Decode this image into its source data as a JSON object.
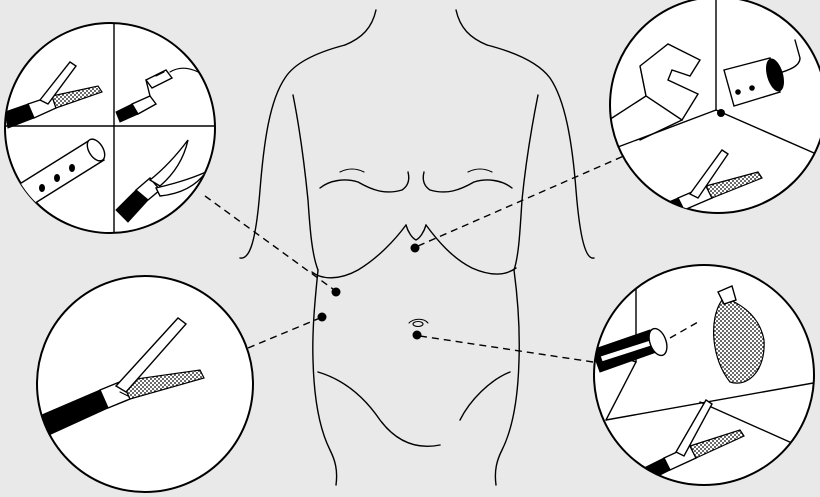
{
  "figure": {
    "colors": {
      "background": "#e9e9e9",
      "ink": "#000000",
      "inset_fill": "#ffffff"
    },
    "trocar_sites": [
      "epigastric-port",
      "left-subcostal-port",
      "left-lateral-port",
      "umbilical-port"
    ],
    "insets": [
      {
        "name": "inset-upper-left",
        "contents": [
          "grasper",
          "clip-applier",
          "suction-irrigator",
          "curved-scissors"
        ]
      },
      {
        "name": "inset-upper-right",
        "contents": [
          "fan-retractor",
          "irrigation-probe",
          "grasper"
        ]
      },
      {
        "name": "inset-lower-left",
        "contents": [
          "grasper"
        ]
      },
      {
        "name": "inset-lower-right",
        "contents": [
          "laparoscope",
          "specimen-bag",
          "grasper"
        ]
      }
    ]
  }
}
